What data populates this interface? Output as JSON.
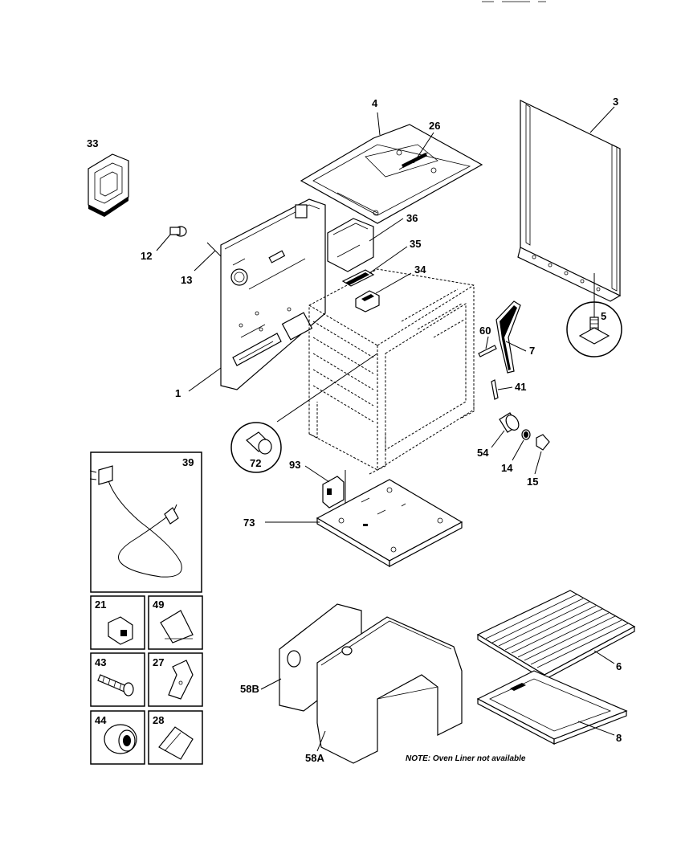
{
  "labels": {
    "p1": "1",
    "p3": "3",
    "p4": "4",
    "p5": "5",
    "p6": "6",
    "p7": "7",
    "p8": "8",
    "p12": "12",
    "p13": "13",
    "p14": "14",
    "p15": "15",
    "p26": "26",
    "p33": "33",
    "p34": "34",
    "p35": "35",
    "p36": "36",
    "p39": "39",
    "p41": "41",
    "p54": "54",
    "p58a": "58A",
    "p58b": "58B",
    "p60": "60",
    "p72": "72",
    "p73": "73",
    "p93": "93",
    "p21": "21",
    "p49": "49",
    "p43": "43",
    "p27": "27",
    "p44": "44",
    "p28": "28"
  },
  "note": "NOTE: Oven Liner not available"
}
